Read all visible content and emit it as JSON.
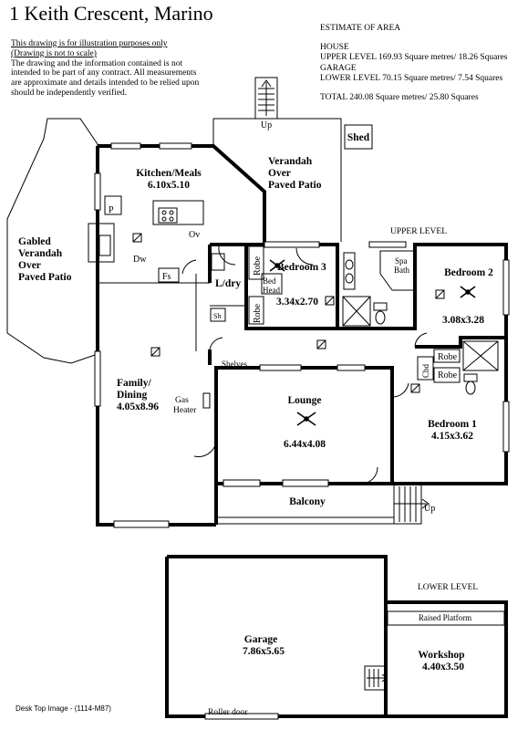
{
  "title": "1 Keith Crescent, Marino",
  "disclaimer": {
    "line1": "This drawing is for illustration purposes only",
    "line2": "(Drawing is not to scale)",
    "body": "The drawing and the information contained is not intended to be part of any contract.  All measurements are approximate and details intended to be relied upon should be independently verified."
  },
  "estimate": {
    "heading": "ESTIMATE OF AREA",
    "house": "HOUSE",
    "upper": "UPPER LEVEL 169.93  Square metres/  18.26 Squares",
    "garage": "GARAGE",
    "lower": "LOWER LEVEL 70.15 Square metres/  7.54 Squares",
    "total": "TOTAL  240.08 Square metres/  25.80 Squares"
  },
  "levels": {
    "upper": "UPPER LEVEL",
    "lower": "LOWER LEVEL"
  },
  "rooms": {
    "kitchen": {
      "name": "Kitchen/Meals",
      "dims": "6.10x5.10"
    },
    "verandah": {
      "l1": "Verandah",
      "l2": "Over",
      "l3": "Paved Patio"
    },
    "gabled": {
      "l1": "Gabled",
      "l2": "Verandah",
      "l3": "Over",
      "l4": "Paved Patio"
    },
    "shed": "Shed",
    "bedroom3": {
      "name": "Bedroom 3",
      "dims": "3.34x2.70"
    },
    "bedroom2": {
      "name": "Bedroom 2",
      "dims": "3.08x3.28"
    },
    "bedroom1": {
      "name": "Bedroom 1",
      "dims": "4.15x3.62"
    },
    "family": {
      "l1": "Family/",
      "l2": "Dining",
      "dims": "4.05x8.96"
    },
    "lounge": {
      "name": "Lounge",
      "dims": "6.44x4.08"
    },
    "balcony": "Balcony",
    "ldry": "L/dry",
    "garage": {
      "name": "Garage",
      "dims": "7.86x5.65"
    },
    "workshop": {
      "name": "Workshop",
      "dims": "4.40x3.50"
    }
  },
  "labels": {
    "up": "Up",
    "p": "P",
    "ov": "Ov",
    "dw": "Dw",
    "fs": "Fs",
    "sh": "Sh",
    "robe": "Robe",
    "bed": "Bed",
    "head": "Head",
    "spa": "Spa",
    "bath": "Bath",
    "cbd": "Cbd",
    "shelves": "Shelves",
    "gas": "Gas",
    "heater": "Heater",
    "raised_platform": "Raised Platform",
    "roller_door": "Roller door"
  },
  "footer": "Desk Top Image - (1114-M87)"
}
